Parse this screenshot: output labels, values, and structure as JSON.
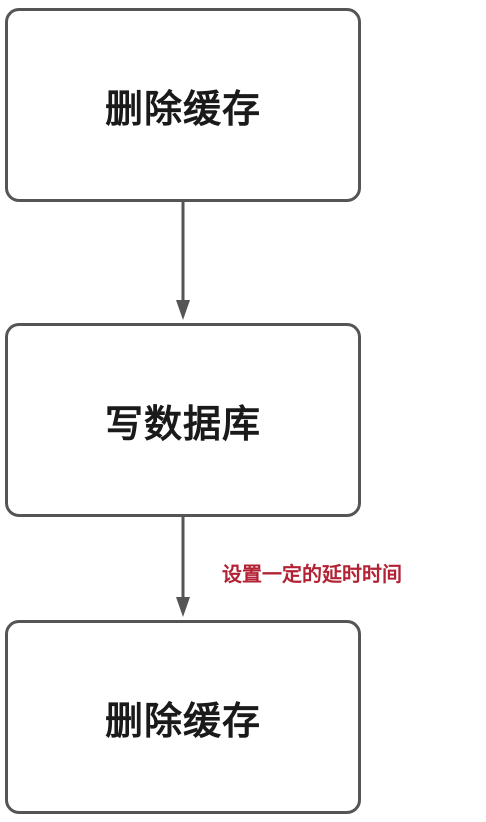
{
  "diagram": {
    "nodes": [
      {
        "id": "n1",
        "label": "删除缓存"
      },
      {
        "id": "n2",
        "label": "写数据库"
      },
      {
        "id": "n3",
        "label": "删除缓存"
      }
    ],
    "edges": [
      {
        "from": "n1",
        "to": "n2",
        "label": ""
      },
      {
        "from": "n2",
        "to": "n3",
        "label": "设置一定的延时时间"
      }
    ],
    "colors": {
      "node_border": "#555555",
      "node_text": "#1a1a1a",
      "edge": "#555555",
      "edge_label": "#b22234"
    }
  }
}
